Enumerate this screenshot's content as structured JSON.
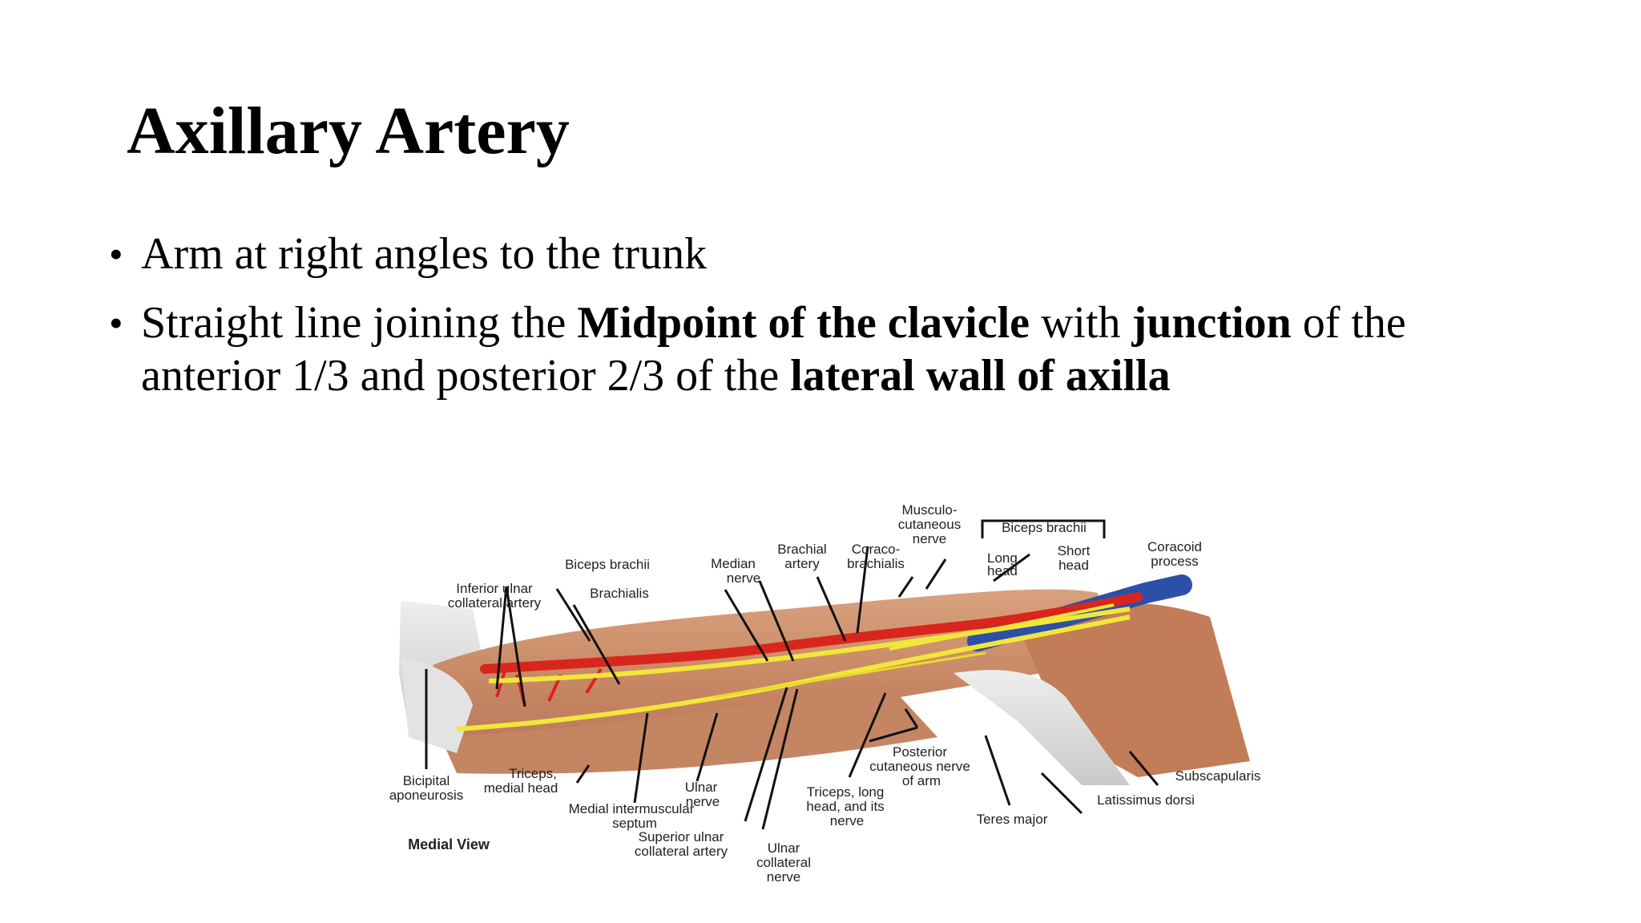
{
  "slide": {
    "title": "Axillary Artery",
    "bullets": [
      {
        "text": "Arm at right angles to the trunk"
      },
      {
        "p1": "Straight line joining the ",
        "b1": "Midpoint of the clavicle",
        "p2": " with ",
        "b2": "junction",
        "p3": " of the anterior 1/3 and posterior 2/3 of the ",
        "b3": "lateral wall of axilla"
      }
    ]
  },
  "figure": {
    "view_label": "Medial View",
    "labels": {
      "inferior_ulnar_1": "Inferior ulnar",
      "inferior_ulnar_2": "collateral artery",
      "biceps_brachii_left": "Biceps brachii",
      "brachialis": "Brachialis",
      "median_nerve_1": "Median",
      "median_nerve_2": "nerve",
      "brachial_artery_1": "Brachial",
      "brachial_artery_2": "artery",
      "coracobrachialis_1": "Coraco-",
      "coracobrachialis_2": "brachialis",
      "musculo_1": "Musculo-",
      "musculo_2": "cutaneous",
      "musculo_3": "nerve",
      "biceps_brachii_top": "Biceps brachii",
      "long_head_1": "Long",
      "long_head_2": "head",
      "short_head_1": "Short",
      "short_head_2": "head",
      "coracoid_1": "Coracoid",
      "coracoid_2": "process",
      "bicipital_1": "Bicipital",
      "bicipital_2": "aponeurosis",
      "triceps_medial_1": "Triceps,",
      "triceps_medial_2": "medial head",
      "medial_septum_1": "Medial intermuscular",
      "medial_septum_2": "septum",
      "ulnar_nerve_1": "Ulnar",
      "ulnar_nerve_2": "nerve",
      "superior_ulnar_1": "Superior ulnar",
      "superior_ulnar_2": "collateral artery",
      "ulnar_collateral_1": "Ulnar",
      "ulnar_collateral_2": "collateral",
      "ulnar_collateral_3": "nerve",
      "triceps_long_1": "Triceps, long",
      "triceps_long_2": "head, and its",
      "triceps_long_3": "nerve",
      "posterior_cut_1": "Posterior",
      "posterior_cut_2": "cutaneous nerve",
      "posterior_cut_3": "of arm",
      "teres_major": "Teres major",
      "latissimus_dorsi": "Latissimus dorsi",
      "subscapularis": "Subscapularis"
    },
    "colors": {
      "artery": "#d8261c",
      "nerve": "#f2e63a",
      "vein": "#2e4fa8",
      "muscle": "#c98a66",
      "tendon": "#dcdcdc"
    }
  }
}
